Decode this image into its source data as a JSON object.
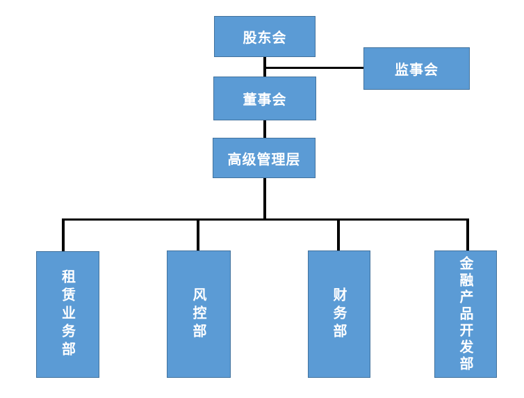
{
  "diagram": {
    "type": "org-chart",
    "nodes": {
      "shareholders": {
        "label": "股东会"
      },
      "supervisors": {
        "label": "监事会"
      },
      "directors": {
        "label": "董事会"
      },
      "senior_management": {
        "label": "高级管理层"
      },
      "leasing_dept": {
        "label": "租赁业务部"
      },
      "risk_dept": {
        "label": "风控部"
      },
      "finance_dept": {
        "label": "财务部"
      },
      "product_dev_dept": {
        "label": "金融产品开发部"
      }
    },
    "edges": [
      [
        "shareholders",
        "directors"
      ],
      [
        "shareholders",
        "supervisors"
      ],
      [
        "directors",
        "senior_management"
      ],
      [
        "senior_management",
        "leasing_dept"
      ],
      [
        "senior_management",
        "risk_dept"
      ],
      [
        "senior_management",
        "finance_dept"
      ],
      [
        "senior_management",
        "product_dev_dept"
      ]
    ],
    "colors": {
      "node_fill": "#5B9BD5",
      "node_border": "#41719C",
      "node_text": "#FFFFFF",
      "connector": "#000000",
      "background": "#FFFFFF"
    }
  }
}
